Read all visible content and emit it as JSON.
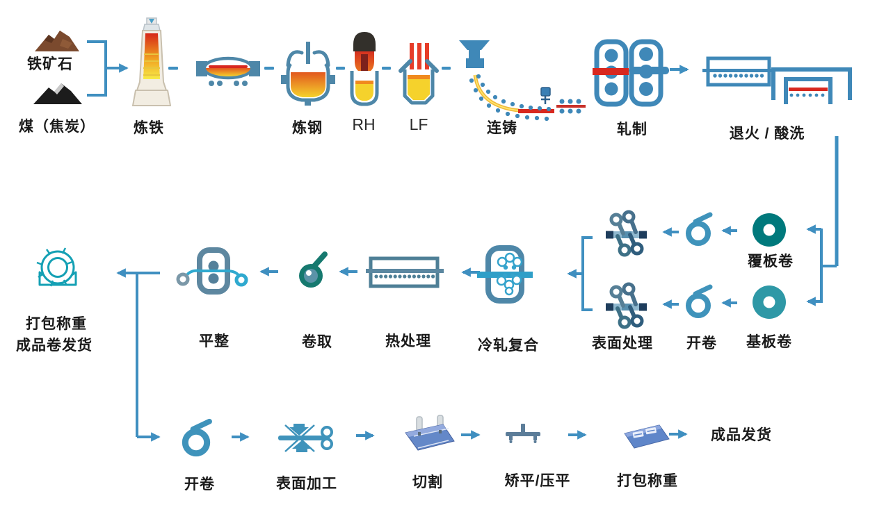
{
  "diagram_title": "clad-steel-strip-production-process-flow",
  "labels": {
    "iron_ore": "铁矿石",
    "coal": "煤（焦炭）",
    "ironmaking": "炼铁",
    "steelmaking": "炼钢",
    "rh": "RH",
    "lf": "LF",
    "casting": "连铸",
    "rolling": "轧制",
    "annealing": "退火 / 酸洗",
    "clad_coil": "覆板卷",
    "base_coil": "基板卷",
    "uncoil_mid": "开卷",
    "surface_treat": "表面处理",
    "cold_roll": "冷轧复合",
    "heat_treat": "热处理",
    "coiling": "卷取",
    "skinpass": "平整",
    "pack_line1": "打包称重",
    "pack_line2": "成品卷发货",
    "uncoil_bottom": "开卷",
    "surface_proc": "表面加工",
    "cutting": "切割",
    "leveling": "矫平/压平",
    "pack_bottom": "打包称重",
    "ship": "成品发货"
  },
  "flows": {
    "top_row_left_to_right": [
      "铁矿石",
      "煤（焦炭）",
      "炼铁",
      "炼钢",
      "RH",
      "LF",
      "连铸",
      "轧制",
      "退火 / 酸洗"
    ],
    "middle_row_right_to_left_branch_top": [
      "覆板卷",
      "开卷",
      "表面处理"
    ],
    "middle_row_right_to_left_branch_bottom": [
      "基板卷",
      "开卷",
      "表面处理"
    ],
    "middle_row_merged": [
      "冷轧复合",
      "热处理",
      "卷取",
      "平整",
      "打包称重 成品卷发货"
    ],
    "bottom_row_left_to_right": [
      "开卷",
      "表面加工",
      "切割",
      "矫平/压平",
      "打包称重",
      "成品发货"
    ]
  },
  "colors": {
    "arrow_blue": "#3f8fc0",
    "equipment_blue": "#4e87a8",
    "bright_blue": "#2f9fc8",
    "teal_dark": "#00797c",
    "teal_mid": "#2e98a6",
    "teal_coil": "#16796f",
    "cyan": "#14a0b4",
    "red_strip": "#d8281f",
    "electrode_red": "#e63c28",
    "melt_yellow": "#f5d22c",
    "melt_orange": "#f08a1e",
    "ore_brown": "#7b4a2e",
    "coal_black": "#1c1c1c",
    "plate_blue": "#5f86c9"
  }
}
